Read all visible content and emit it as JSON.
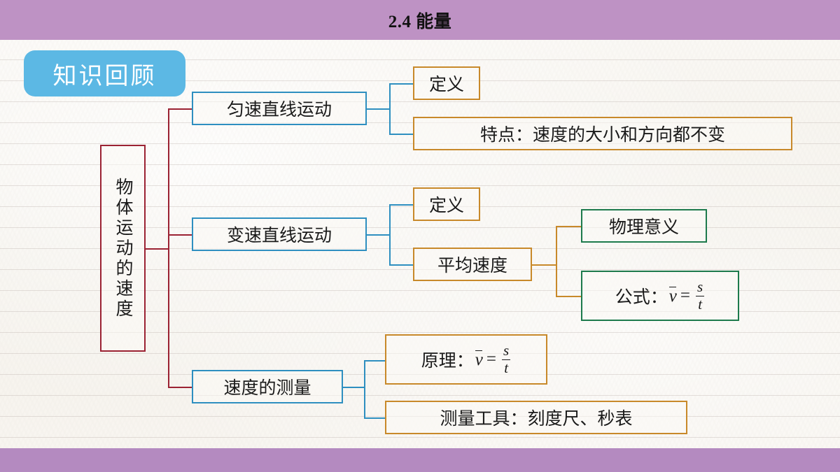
{
  "slide": {
    "title": "2.4 能量",
    "badge_label": "知识回顾",
    "header_color": "#be92c4",
    "footer_color": "#b48ac0",
    "badge_color": "#5cb8e4",
    "paper_color": "#f7f4ef"
  },
  "mindmap": {
    "root": {
      "label": "物体运动的速度",
      "border_color": "#9b2233"
    },
    "branches": [
      {
        "label": "匀速直线运动",
        "border_color": "#2e8fc0",
        "children": [
          {
            "label": "定义",
            "border_color": "#c8892a"
          },
          {
            "label": "特点：速度的大小和方向都不变",
            "border_color": "#c8892a"
          }
        ]
      },
      {
        "label": "变速直线运动",
        "border_color": "#2e8fc0",
        "children": [
          {
            "label": "定义",
            "border_color": "#c8892a"
          },
          {
            "label": "平均速度",
            "border_color": "#c8892a",
            "children": [
              {
                "label": "物理意义",
                "border_color": "#1d7a4c"
              },
              {
                "label_prefix": "公式：",
                "formula": {
                  "variable": "v",
                  "overbar": true,
                  "operator": "=",
                  "numerator": "s",
                  "denominator": "t"
                },
                "border_color": "#1d7a4c"
              }
            ]
          }
        ]
      },
      {
        "label": "速度的测量",
        "border_color": "#2e8fc0",
        "children": [
          {
            "label_prefix": "原理：",
            "formula": {
              "variable": "v",
              "overbar": true,
              "operator": "=",
              "numerator": "s",
              "denominator": "t"
            },
            "border_color": "#c8892a"
          },
          {
            "label": "测量工具：刻度尺、秒表",
            "border_color": "#c8892a"
          }
        ]
      }
    ]
  }
}
